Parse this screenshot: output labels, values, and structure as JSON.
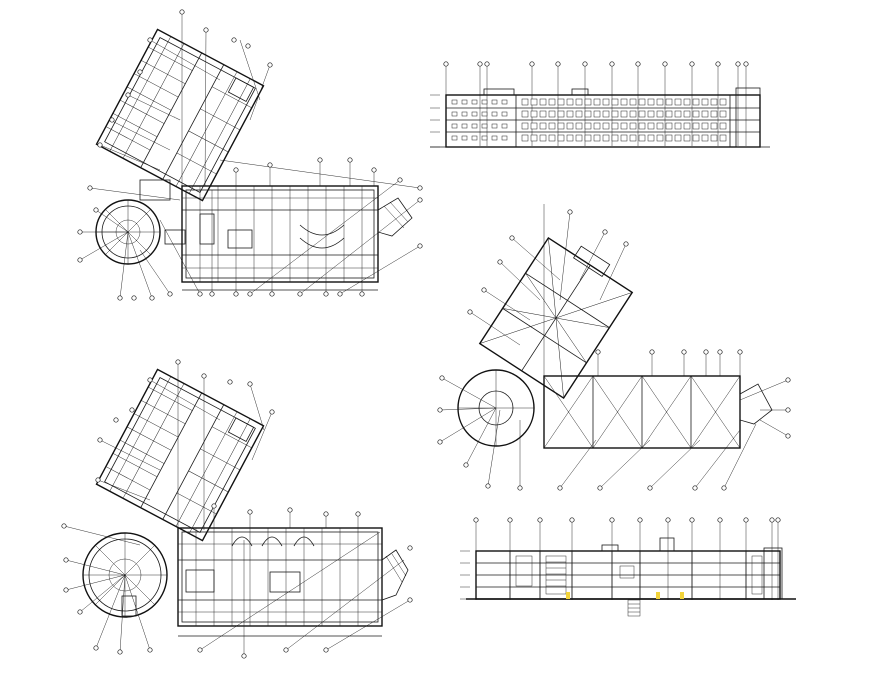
{
  "sheet": {
    "background": "#ffffff",
    "line_color": "#1a1a1a",
    "accent_color": "#f2d33a",
    "views": [
      "ground-floor-plan",
      "typical-floor-plan",
      "front-elevation",
      "roof-framing-plan",
      "section"
    ]
  }
}
